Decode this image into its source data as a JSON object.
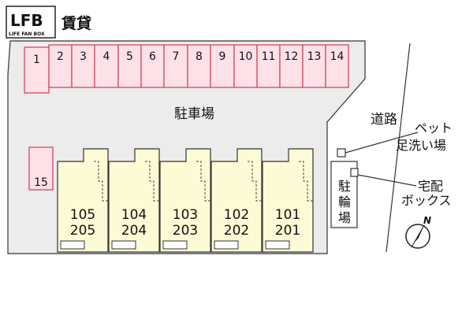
{
  "header": {
    "logo_mark": "LFB",
    "logo_sub": "LIFE FAN BOX",
    "title": "賃貸"
  },
  "map": {
    "parking_label": "駐車場",
    "road_label": "道路",
    "pet_label_line1": "ペット",
    "pet_label_line2": "足洗い場",
    "delivery_label_line1": "宅配",
    "delivery_label_line2": "ボックス",
    "bike_label": "駐輪場",
    "compass_label": "N",
    "parking_spaces": [
      "1",
      "2",
      "3",
      "4",
      "5",
      "6",
      "7",
      "8",
      "9",
      "10",
      "11",
      "12",
      "13",
      "14",
      "15"
    ],
    "units": [
      {
        "lower": "105",
        "upper": "205"
      },
      {
        "lower": "104",
        "upper": "204"
      },
      {
        "lower": "103",
        "upper": "203"
      },
      {
        "lower": "102",
        "upper": "202"
      },
      {
        "lower": "101",
        "upper": "201"
      }
    ]
  },
  "colors": {
    "parking_fill": "#fde1e8",
    "parking_stroke": "#d23a55",
    "building_fill": "#fdfbd5",
    "ground_fill": "#ececec"
  }
}
